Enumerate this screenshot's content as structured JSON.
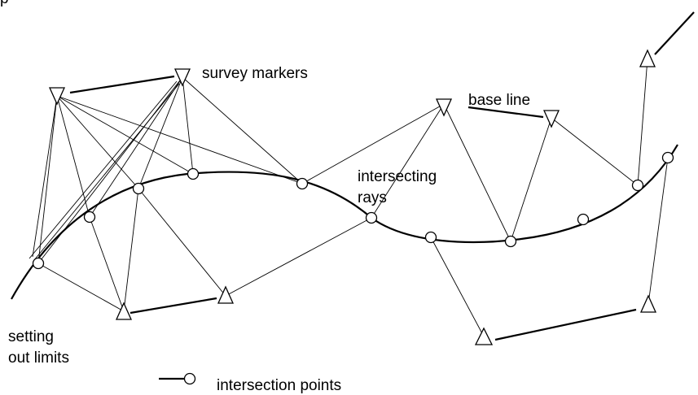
{
  "labels": {
    "top_partial": "p",
    "survey_markers": "survey markers",
    "base_line": "base line",
    "intersecting_rays_1": "intersecting",
    "intersecting_rays_2": "rays",
    "setting_out_1": "setting",
    "setting_out_2": "out limits",
    "legend": "intersection points"
  },
  "colors": {
    "ink": "#000000",
    "background": "#ffffff"
  }
}
